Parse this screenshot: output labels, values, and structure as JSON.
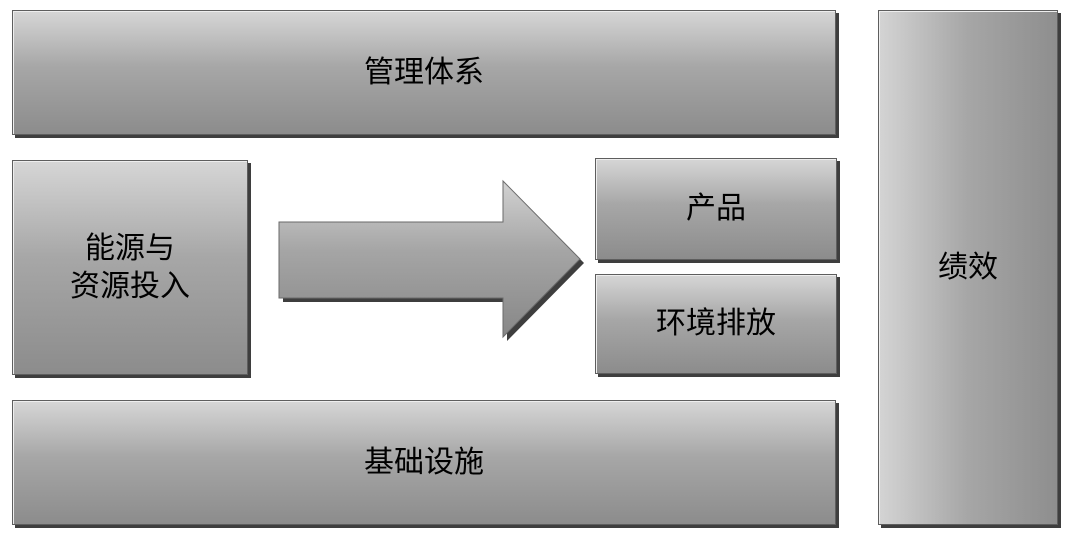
{
  "boxes": {
    "management": "管理体系",
    "input_line1": "能源与",
    "input_line2": "资源投入",
    "product": "产品",
    "emission": "环境排放",
    "infrastructure": "基础设施",
    "performance": "绩效"
  },
  "colors": {
    "box_light": "#d6d6d6",
    "box_dark": "#8c8c8c",
    "shadow": "#3e3e3e",
    "text": "#000000"
  }
}
